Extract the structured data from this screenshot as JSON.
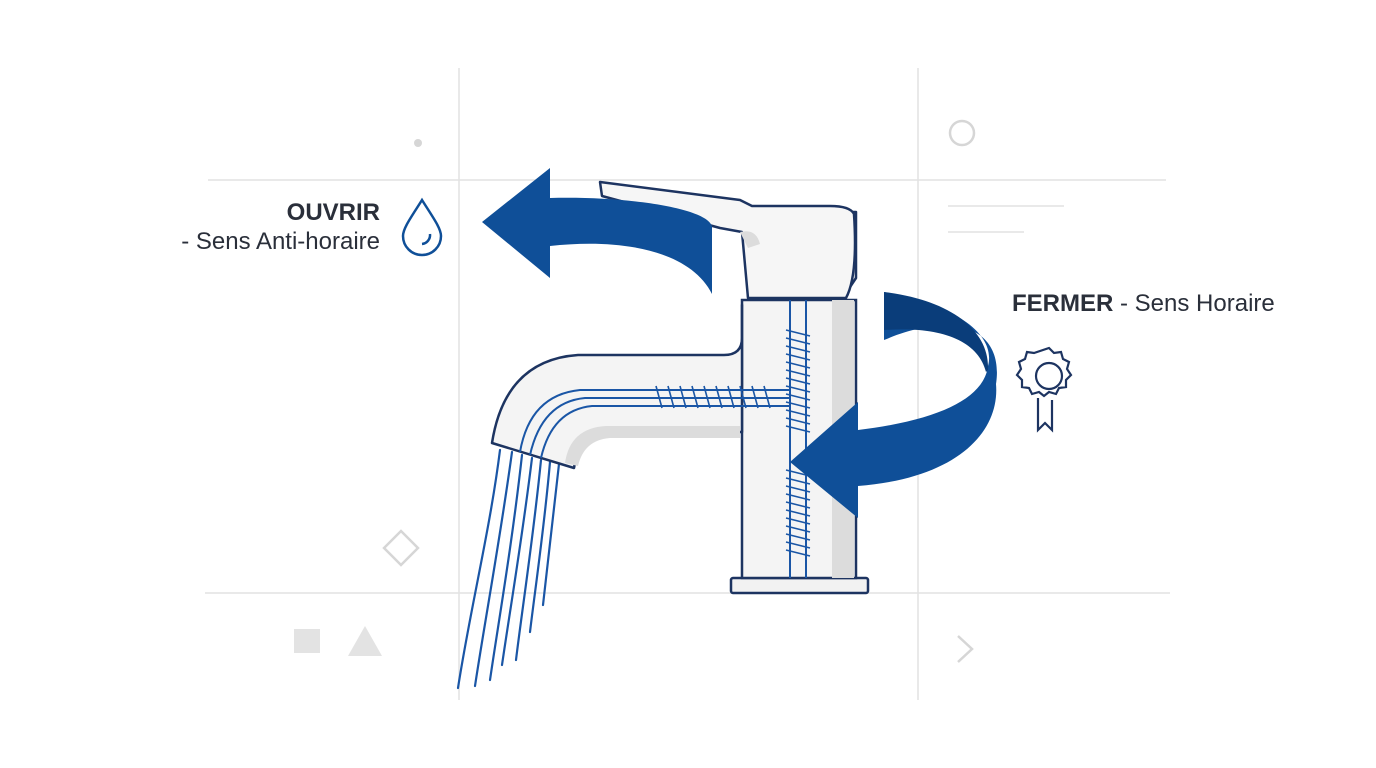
{
  "open_instruction": {
    "action": "OUVRIR",
    "direction": "- Sens Anti-horaire",
    "icon": "water-drop-icon"
  },
  "close_instruction": {
    "action": "FERMER",
    "direction": " - Sens Horaire",
    "icon": "award-seal-icon"
  },
  "colors": {
    "accent_blue": "#0f4f98",
    "line_navy": "#1d3461",
    "guide_gray": "#dcdcdc",
    "text_dark": "#2a2f3a"
  },
  "decorations": [
    "dot-icon",
    "circle-icon",
    "diamond-icon",
    "square-icon",
    "triangle-icon",
    "chevron-right-icon"
  ]
}
